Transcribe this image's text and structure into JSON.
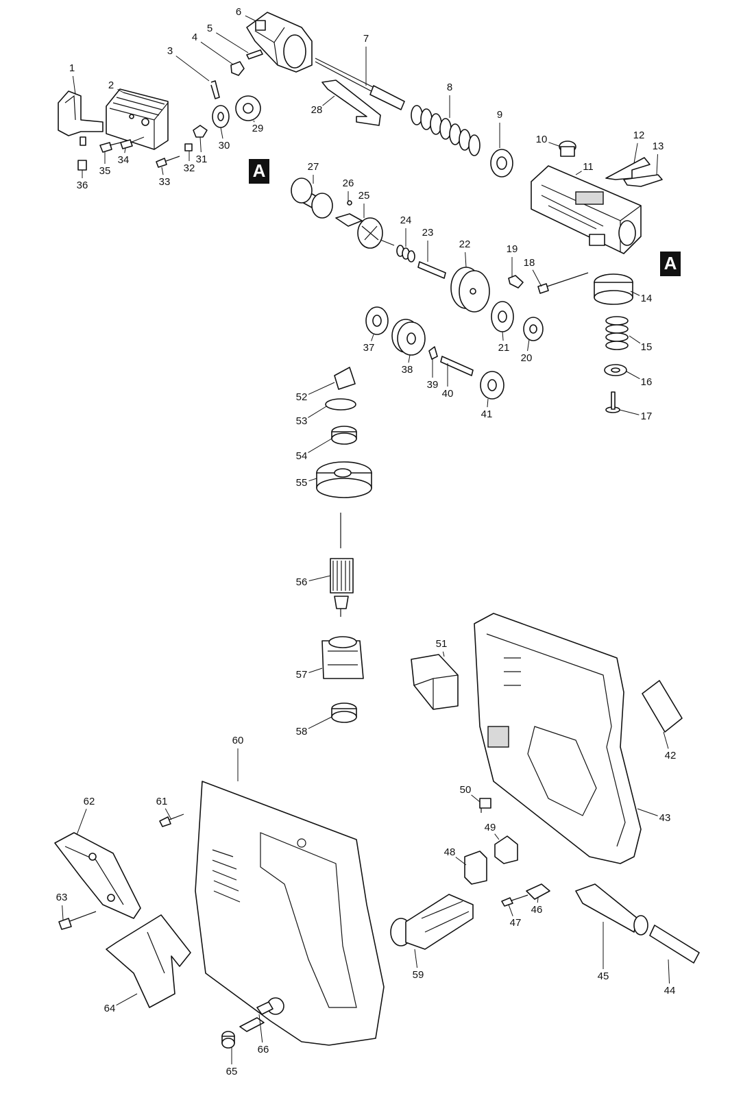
{
  "marker_letter": "A",
  "parts": [
    {
      "num": "1"
    },
    {
      "num": "2"
    },
    {
      "num": "3"
    },
    {
      "num": "4"
    },
    {
      "num": "5"
    },
    {
      "num": "6"
    },
    {
      "num": "7"
    },
    {
      "num": "8"
    },
    {
      "num": "9"
    },
    {
      "num": "10"
    },
    {
      "num": "11"
    },
    {
      "num": "12"
    },
    {
      "num": "13"
    },
    {
      "num": "14"
    },
    {
      "num": "15"
    },
    {
      "num": "16"
    },
    {
      "num": "17"
    },
    {
      "num": "18"
    },
    {
      "num": "19"
    },
    {
      "num": "20"
    },
    {
      "num": "21"
    },
    {
      "num": "22"
    },
    {
      "num": "23"
    },
    {
      "num": "24"
    },
    {
      "num": "25"
    },
    {
      "num": "26"
    },
    {
      "num": "27"
    },
    {
      "num": "28"
    },
    {
      "num": "29"
    },
    {
      "num": "30"
    },
    {
      "num": "31"
    },
    {
      "num": "32"
    },
    {
      "num": "33"
    },
    {
      "num": "34"
    },
    {
      "num": "35"
    },
    {
      "num": "36"
    },
    {
      "num": "37"
    },
    {
      "num": "38"
    },
    {
      "num": "39"
    },
    {
      "num": "40"
    },
    {
      "num": "41"
    },
    {
      "num": "42"
    },
    {
      "num": "43"
    },
    {
      "num": "44"
    },
    {
      "num": "45"
    },
    {
      "num": "46"
    },
    {
      "num": "47"
    },
    {
      "num": "48"
    },
    {
      "num": "49"
    },
    {
      "num": "50"
    },
    {
      "num": "51"
    },
    {
      "num": "52"
    },
    {
      "num": "53"
    },
    {
      "num": "54"
    },
    {
      "num": "55"
    },
    {
      "num": "56"
    },
    {
      "num": "57"
    },
    {
      "num": "58"
    },
    {
      "num": "59"
    },
    {
      "num": "60"
    },
    {
      "num": "61"
    },
    {
      "num": "62"
    },
    {
      "num": "63"
    },
    {
      "num": "64"
    },
    {
      "num": "65"
    },
    {
      "num": "66"
    }
  ]
}
